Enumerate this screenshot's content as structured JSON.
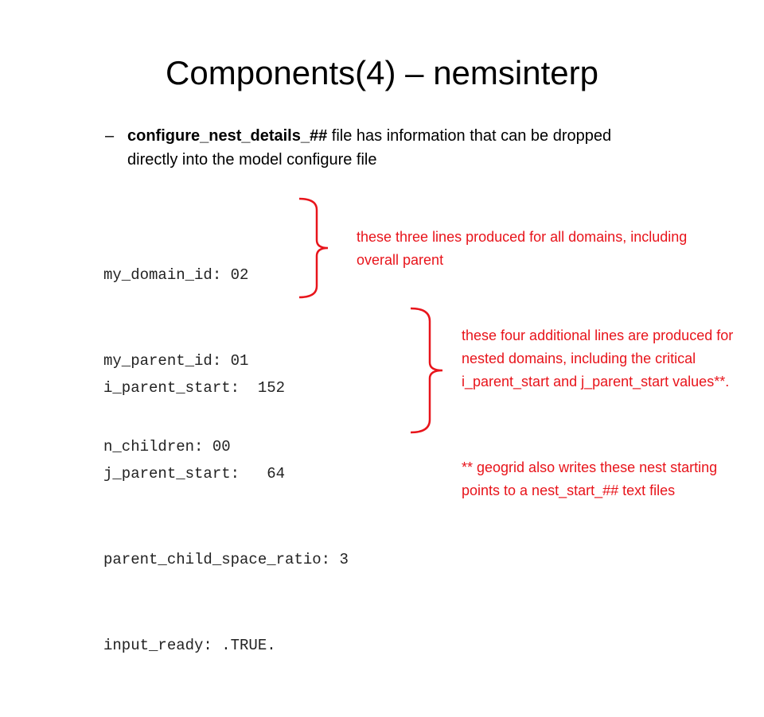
{
  "slide": {
    "title": "Components(4) – nemsinterp",
    "bullet": {
      "dash": "–",
      "bold_text": "configure_nest_details_##",
      "rest_text": " file has information that can be dropped directly into the model configure file"
    },
    "code_group_1": [
      "my_domain_id: 02",
      "my_parent_id: 01",
      "n_children: 00"
    ],
    "code_group_2": [
      "i_parent_start:  152",
      "j_parent_start:   64",
      "parent_child_space_ratio: 3",
      "input_ready: .TRUE."
    ],
    "note_1": "these three lines produced for all domains, including overall parent",
    "note_2": "these four additional lines are produced for nested domains, including the critical i_parent_start and j_parent_start values**.",
    "note_3": "** geogrid also writes these nest starting points to a nest_start_## text files",
    "colors": {
      "annotation": "#e8141b",
      "text": "#000000"
    }
  }
}
